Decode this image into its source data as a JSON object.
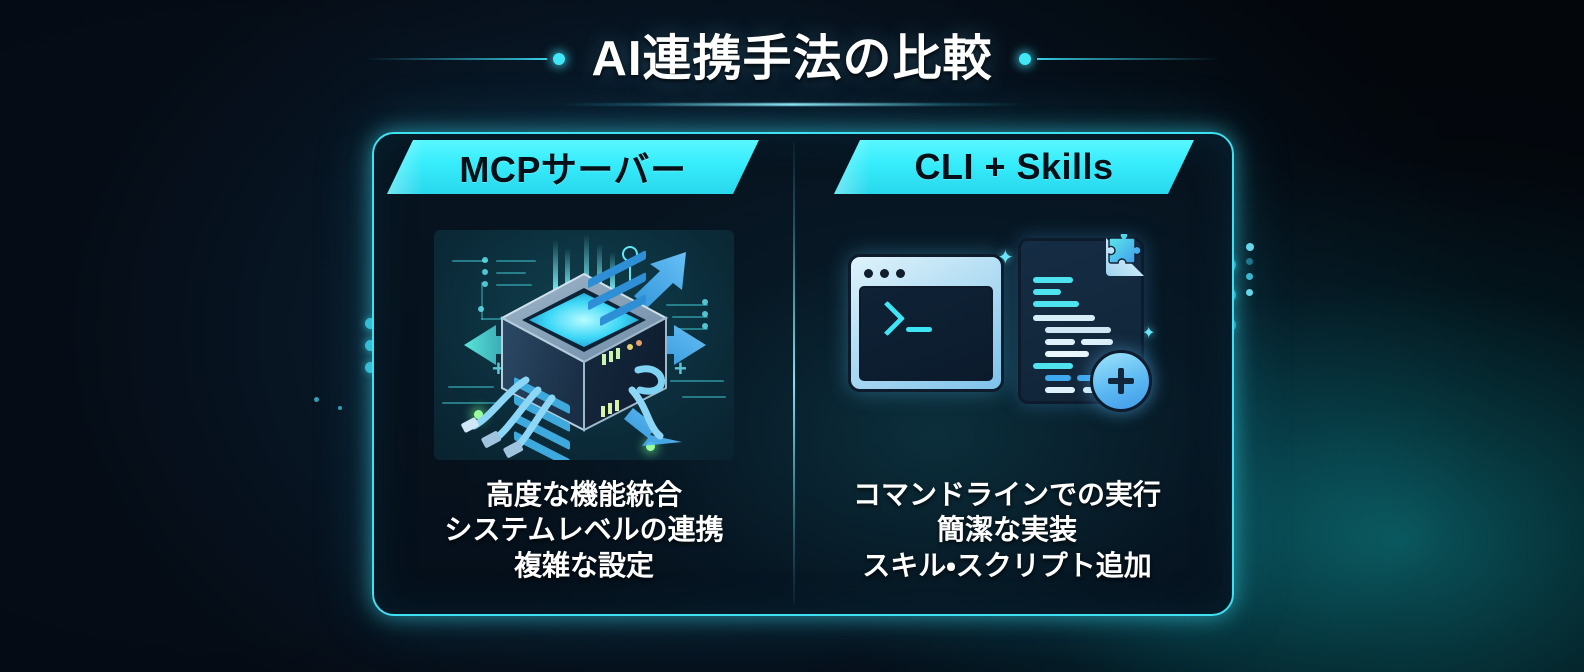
{
  "header": {
    "title": "AI連携手法の比較",
    "left_deco_icon": "line-dot",
    "right_deco_icon": "dot-line"
  },
  "colors": {
    "accent_cyan": "#3fe0f2",
    "banner_cyan": "#36ecfb",
    "banner_text": "#061018",
    "background_dark": "#050c16",
    "glow_teal": "#129aa6",
    "text_white": "#ffffff"
  },
  "card": {
    "columns": [
      {
        "id": "mcp",
        "banner_label": "MCPサーバー",
        "illustration": "server-rack-illustration",
        "illustration_parts": [
          "isometric-server-icon",
          "arrow-left-icon",
          "arrow-up-right-icon",
          "arrow-right-icon",
          "arrow-down-right-icon",
          "cable-plug-icon",
          "circuit-trace-icon"
        ],
        "points": [
          "高度な機能統合",
          "システムレベルの連携",
          "複雑な設定"
        ]
      },
      {
        "id": "cli-skills",
        "banner_label": "CLI + Skills",
        "illustration": "terminal-and-document-illustration",
        "illustration_parts": [
          "terminal-window-icon",
          "prompt-caret-icon",
          "document-icon",
          "puzzle-piece-icon",
          "plus-circle-icon",
          "sparkle-icon"
        ],
        "points": [
          "コマンドラインでの実行",
          "簡潔な実装",
          "スキル・スクリプト追加"
        ]
      }
    ]
  },
  "decorations": {
    "left_dots_count": 3,
    "right_dots_count": 3,
    "right_small_dots_count": 4,
    "divider": "vertical-divider"
  }
}
